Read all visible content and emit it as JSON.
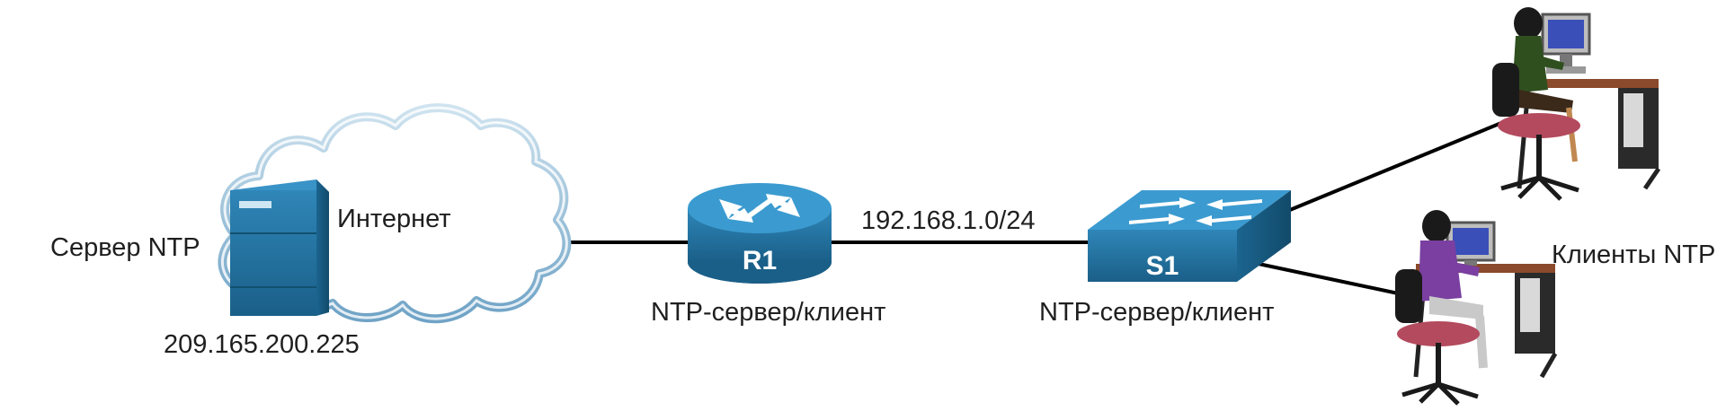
{
  "diagram": {
    "server": {
      "label": "Сервер NTP",
      "ip": "209.165.200.225"
    },
    "cloud": {
      "label": "Интернет"
    },
    "router": {
      "name": "R1",
      "role": "NTP-сервер/клиент"
    },
    "link": {
      "network": "192.168.1.0/24"
    },
    "switch": {
      "name": "S1",
      "role": "NTP-сервер/клиент"
    },
    "clients": {
      "label": "Клиенты NTP"
    }
  },
  "colors": {
    "device_blue": "#1e6f9c",
    "cloud_stroke": "#7fb0cf",
    "line": "#000000"
  }
}
